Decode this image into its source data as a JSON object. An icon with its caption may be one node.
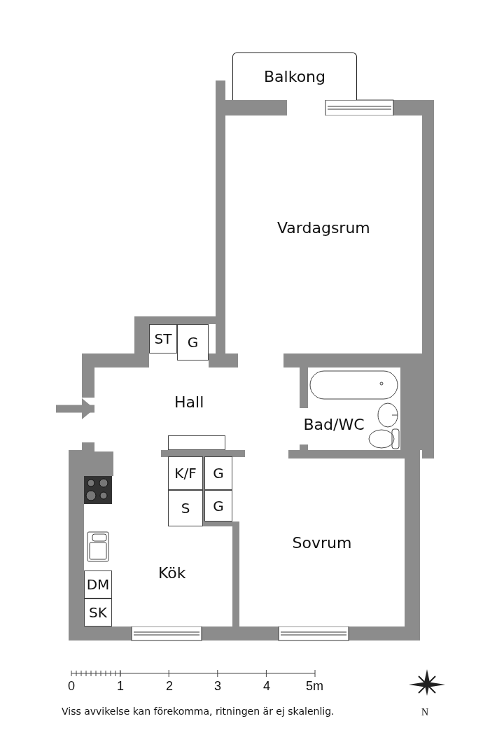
{
  "diagram": {
    "caption": "Viss avvikelse kan förekomma, ritningen är ej skalenlig.",
    "nodes": [
      {
        "text": [
          "Balkong"
        ]
      },
      {
        "text": [
          "Vardagsrum"
        ]
      },
      {
        "text": [
          "ST"
        ]
      },
      {
        "text": [
          "G"
        ]
      },
      {
        "text": [
          "Hall"
        ]
      },
      {
        "text": [
          "Bad/WC"
        ]
      },
      {
        "text": [],
        "shape": "box"
      },
      {
        "text": [
          "K/F"
        ]
      },
      {
        "text": [
          "G"
        ]
      },
      {
        "text": [
          "S"
        ]
      },
      {
        "text": [
          "G"
        ]
      },
      {
        "text": [
          "Sovrum"
        ]
      },
      {
        "text": [
          "Kök"
        ]
      },
      {
        "text": [
          "DM"
        ]
      },
      {
        "text": [
          "SK"
        ]
      }
    ],
    "edges": [
      {
        "from": null,
        "to": 4,
        "arrow": "to"
      }
    ],
    "labels": [
      "0",
      "1",
      "2",
      "3",
      "4",
      "5m",
      "N"
    ]
  }
}
